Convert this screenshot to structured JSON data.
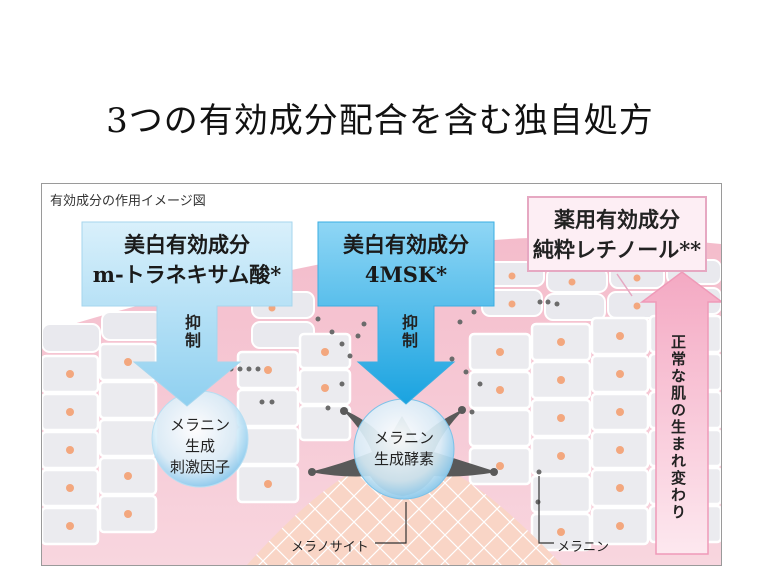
{
  "title": "3つの有効成分配合を含む独自処方",
  "figure": {
    "caption": "有効成分の作用イメージ図",
    "box1": {
      "line1": "美白有効成分",
      "line2": "m-トラネキサム酸*"
    },
    "box2": {
      "line1": "美白有効成分",
      "line2": "4MSK*"
    },
    "box3": {
      "line1": "薬用有効成分",
      "line2": "純粋レチノール**"
    },
    "inhibit1": "抑制",
    "inhibit2": "抑制",
    "circle1": {
      "line1": "メラニン",
      "line2": "生成",
      "line3": "刺激因子"
    },
    "circle2": {
      "line1": "メラニン",
      "line2": "生成酵素"
    },
    "normal_cycle": "正常な肌の生まれ変わり",
    "label_melanocyte": "メラノサイト",
    "label_melanin": "メラニン"
  },
  "colors": {
    "skin_pink": "#f2b8c6",
    "cell_gray": "#e8e8ec",
    "nucleus": "#f3a77e",
    "arrow_light_blue": "#bfe4f7",
    "arrow_blue": "#55bde9",
    "melanocyte": "#5a5a5a",
    "pink_arrow": "#f7c7d8"
  }
}
